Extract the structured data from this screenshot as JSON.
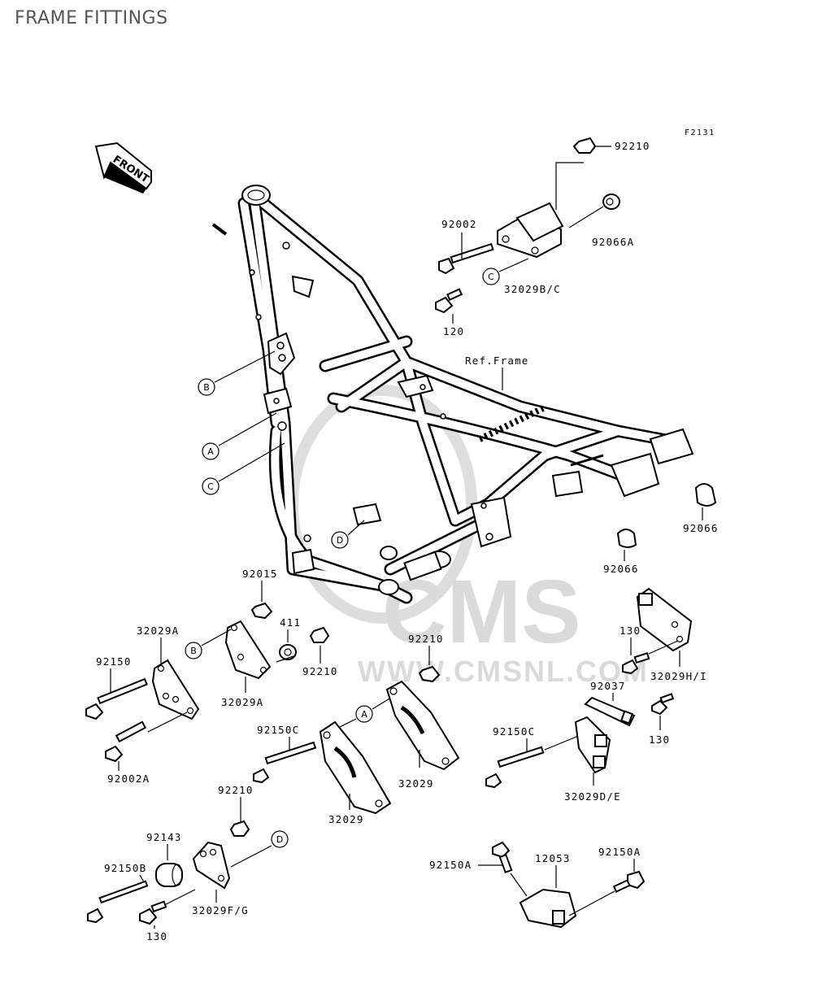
{
  "page": {
    "title": "FRAME FITTINGS"
  },
  "diagram": {
    "ref_code": "F2131",
    "front_label": "FRONT",
    "ref_frame_label": "Ref.Frame",
    "watermark": {
      "brand": "CMS",
      "url": "WWW.CMSNL.COM"
    },
    "callouts": {
      "A": "A",
      "B": "B",
      "C": "C",
      "D": "D"
    },
    "parts": {
      "p92210_top": "92210",
      "p92002": "92002",
      "p92066A": "92066A",
      "p32029BC": "32029B/C",
      "p120": "120",
      "p92066_a": "92066",
      "p92066_b": "92066",
      "p92015": "92015",
      "p411": "411",
      "p92210_mid": "92210",
      "p32029A_top": "32029A",
      "p92150": "92150",
      "p32029A_bot": "32029A",
      "p92002A": "92002A",
      "p92210_right": "92210",
      "p130_a": "130",
      "p32029HI": "32029H/I",
      "p92037": "92037",
      "p130_b": "130",
      "p92150C_left": "92150C",
      "p32029_a": "32029",
      "p32029_b": "32029",
      "p92150C_right": "92150C",
      "p32029DE": "32029D/E",
      "p92210_low": "92210",
      "p92143": "92143",
      "p92150B": "92150B",
      "p32029FG": "32029F/G",
      "p130_c": "130",
      "p92150A_left": "92150A",
      "p12053": "12053",
      "p92150A_right": "92150A"
    }
  }
}
